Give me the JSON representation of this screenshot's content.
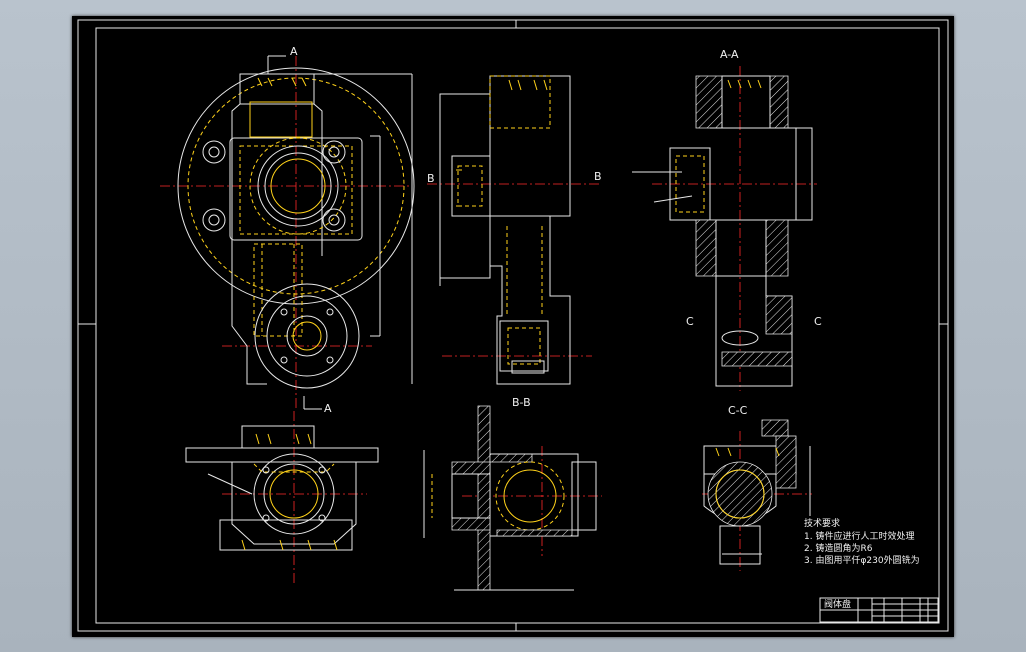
{
  "section_labels": {
    "a_top": "A",
    "a_bottom": "A",
    "aa": "A-A",
    "b_left": "B",
    "b_right": "B",
    "bb": "B-B",
    "c_left": "C",
    "c_right": "C",
    "cc": "C-C"
  },
  "tech_notes": {
    "title": "技术要求",
    "line1": "1. 铸件应进行人工时效处理",
    "line2": "2. 铸造圆角为R6",
    "line3": "3. 由图用平仟φ230外圆铣为"
  },
  "title_block": {
    "part_name": "阀体盘"
  },
  "colors": {
    "drawing_bg": "#000000",
    "outline": "#e8e8e8",
    "centerline": "#ff2a2a",
    "hidden": "#ffd21a",
    "app_bg": "#b9c3cd"
  }
}
